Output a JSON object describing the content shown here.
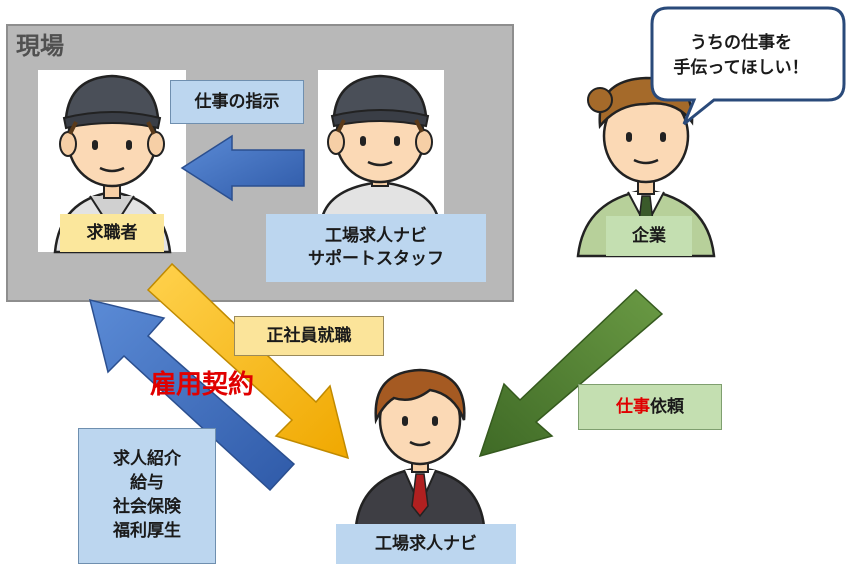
{
  "site": {
    "title": "現場"
  },
  "labels": {
    "job_seeker": "求職者",
    "support_staff": "工場求人ナビ\nサポートスタッフ",
    "company": "企業",
    "navi": "工場求人ナビ",
    "work_instruction": "仕事の指示",
    "full_employment": "正社員就職",
    "work_request_part1": "仕事",
    "work_request_part2": "依頼",
    "services": "求人紹介\n給与\n社会保険\n福利厚生",
    "contract": "雇用契約"
  },
  "bubble": {
    "text": "うちの仕事を\n手伝ってほしい！"
  },
  "colors": {
    "blue_arrow": "#4472c4",
    "yellow_arrow": "#ffc000",
    "green_arrow": "#548235",
    "contract_red": "#e00000"
  }
}
